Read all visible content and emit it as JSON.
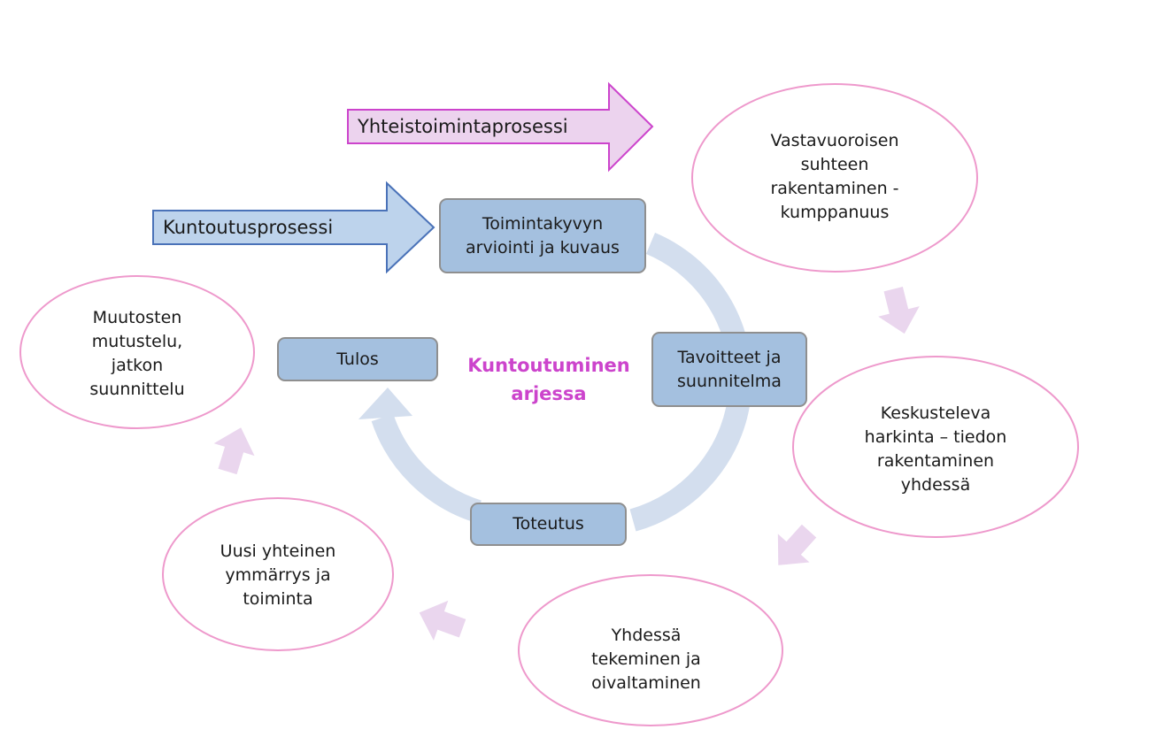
{
  "arrows": {
    "collaboration_label": "Yhteistoimintaprosessi",
    "rehab_label": "Kuntoutusprosessi"
  },
  "cycle": {
    "center_label": "Kuntoutuminen\narjessa",
    "boxes": [
      "Toimintakyvyn\narviointi ja kuvaus",
      "Tavoitteet ja\nsuunnitelma",
      "Toteutus",
      "Tulos"
    ]
  },
  "ellipses": [
    "Vastavuoroisen\nsuhteen\nrakentaminen -\nkumppanuus",
    "Keskusteleva\nharkinta – tiedon\nrakentaminen\nyhdessä",
    "Yhdessä\ntekeminen ja\noivaltaminen",
    "Uusi yhteinen\nymmärrys ja\ntoiminta",
    "Muutosten\nmutustelu,\njatkon\nsuunnittelu"
  ],
  "colors": {
    "collaboration_arrow_fill": "#ecd3ee",
    "collaboration_arrow_stroke": "#cc44cc",
    "rehab_arrow_fill": "#bdd3ec",
    "rehab_arrow_stroke": "#4a72b8",
    "cycle_box_fill": "#a4c0df",
    "cycle_ring": "#d3deee",
    "ellipse_stroke": "#ee99cc",
    "flow_arrow_fill": "#ead6ee",
    "center_label_color": "#cc44cc"
  }
}
